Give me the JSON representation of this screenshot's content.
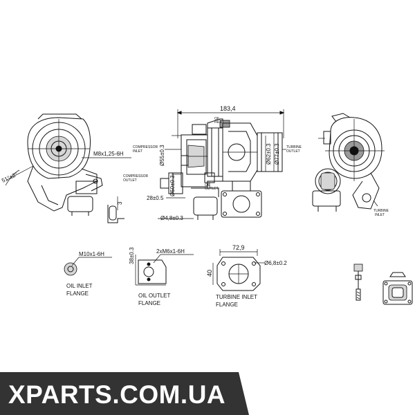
{
  "dimensions": {
    "overall_length": "183,4",
    "thread_compressor": "M8x1,25-6H",
    "angle": "51°±2°",
    "dim_3": "3",
    "dia_55": "Ø55±0.3",
    "dia_50": "Ø50±0.3",
    "dim_28": "28±0.5",
    "dia_4_8": "Ø4,8±0.3",
    "dia_62": "Ø62±0.3",
    "dia_77": "Ø77±0.3",
    "oil_inlet_thread": "M10x1-6H",
    "oil_outlet_thread": "2xM6x1-6H",
    "dim_38": "38±0.3",
    "dim_72_9": "72,9",
    "dim_40": "40",
    "dia_6_8": "Ø6,8±0.2"
  },
  "labels": {
    "compressor_inlet": [
      "COMPRESSOR",
      "INLET"
    ],
    "compressor_outlet": [
      "COMPRESSOR",
      "OUTLET"
    ],
    "turbine_outlet": [
      "TURBINE",
      "OUTLET"
    ],
    "turbine_inlet_small": [
      "TURBINE",
      "INLET"
    ],
    "oil_inlet_small": [
      "OIL",
      "INLET"
    ],
    "oil_outlet_small": [
      "OIL",
      "OUTLET"
    ],
    "oil_inlet_flange": [
      "OIL INLET",
      "FLANGE"
    ],
    "oil_outlet_flange": [
      "OIL OUTLET",
      "FLANGE"
    ],
    "turbine_inlet_flange": [
      "TURBINE INLET",
      "FLANGE"
    ]
  },
  "watermark": {
    "text": "XPARTS.COM.UA",
    "background": "#333333",
    "color": "#ffffff"
  }
}
